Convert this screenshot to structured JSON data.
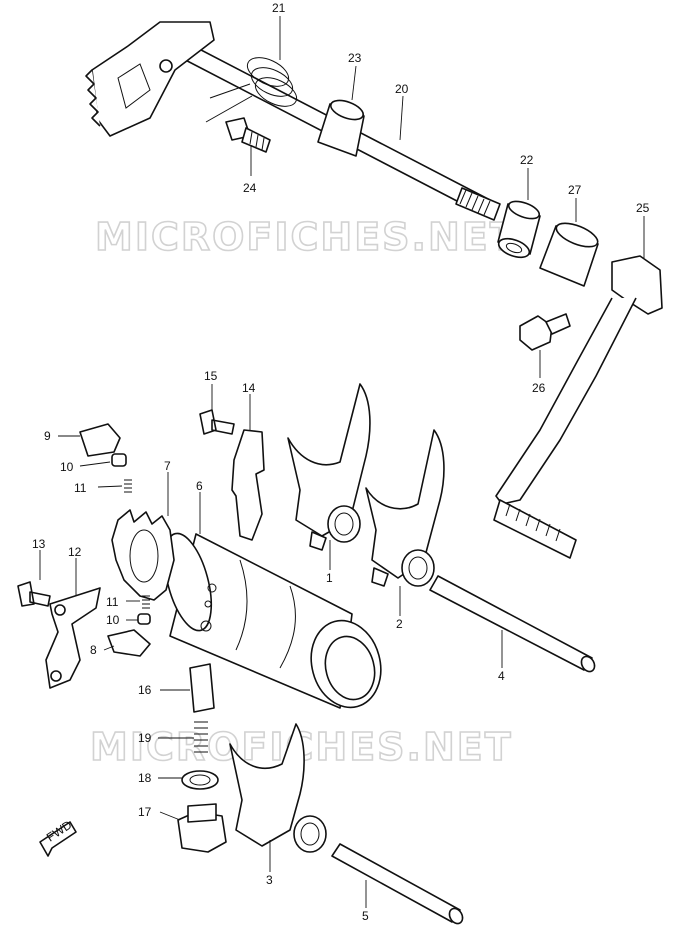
{
  "watermarks": [
    "MICROFICHES.NET",
    "MICROFICHES.NET"
  ],
  "direction_badge": "FWD",
  "callouts": [
    "1",
    "2",
    "3",
    "4",
    "5",
    "6",
    "7",
    "8",
    "9",
    "10",
    "10",
    "11",
    "11",
    "12",
    "13",
    "14",
    "15",
    "16",
    "17",
    "19",
    "18",
    "20",
    "21",
    "22",
    "23",
    "24",
    "25",
    "26",
    "27"
  ]
}
